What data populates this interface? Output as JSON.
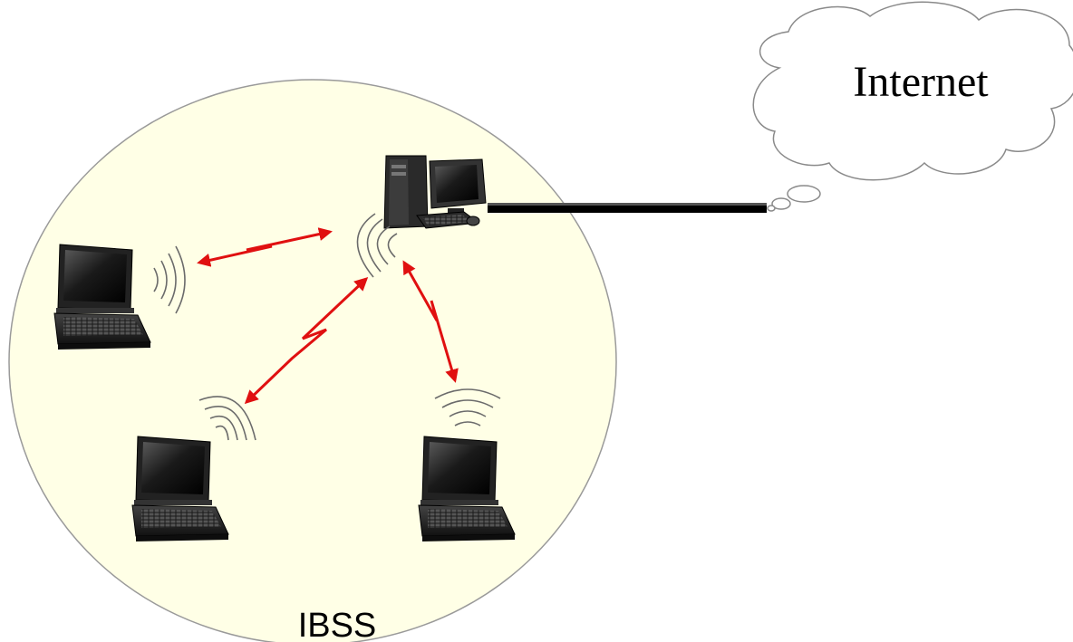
{
  "diagram": {
    "cloud_label": "Internet",
    "network_label": "IBSS",
    "colors": {
      "ibss_fill": "#ffffe6",
      "ibss_stroke": "#9a9a9a",
      "link_color": "#e01010",
      "cable_color": "#000000",
      "cloud_stroke": "#8a8a8a"
    },
    "nodes": [
      {
        "name": "access-point-desktop",
        "type": "desktop-computer-icon"
      },
      {
        "name": "laptop-left",
        "type": "laptop-icon"
      },
      {
        "name": "laptop-bottom-left",
        "type": "laptop-icon"
      },
      {
        "name": "laptop-bottom-right",
        "type": "laptop-icon"
      }
    ],
    "links": [
      {
        "from": "laptop-left",
        "to": "access-point-desktop",
        "type": "wireless"
      },
      {
        "from": "laptop-bottom-left",
        "to": "access-point-desktop",
        "type": "wireless"
      },
      {
        "from": "laptop-bottom-right",
        "to": "access-point-desktop",
        "type": "wireless"
      },
      {
        "from": "access-point-desktop",
        "to": "internet-cloud",
        "type": "wired"
      }
    ]
  }
}
